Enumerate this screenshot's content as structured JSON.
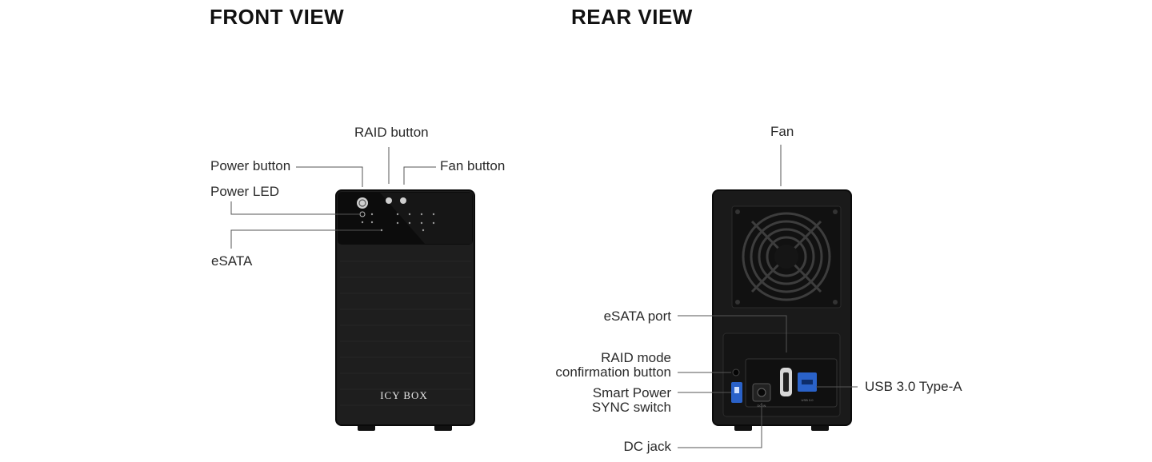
{
  "front": {
    "heading": "FRONT VIEW",
    "labels": {
      "raid_button": "RAID button",
      "power_button": "Power button",
      "fan_button": "Fan button",
      "power_led": "Power LED",
      "esata": "eSATA"
    },
    "brand": "ICY BOX"
  },
  "rear": {
    "heading": "REAR VIEW",
    "labels": {
      "fan": "Fan",
      "esata_port": "eSATA port",
      "raid_mode_line1": "RAID mode",
      "raid_mode_line2": "confirmation button",
      "smart_power_line1": "Smart Power",
      "smart_power_line2": "SYNC switch",
      "usb": "USB 3.0 Type-A",
      "dc_jack": "DC jack"
    },
    "port_markings": {
      "dc_in": "DC IN",
      "usb": "USB 3.0"
    }
  },
  "colors": {
    "device_body": "#1c1c1c",
    "device_panel": "#0e0e0e",
    "usb_port": "#2a62c9",
    "leader_line": "#555555"
  }
}
